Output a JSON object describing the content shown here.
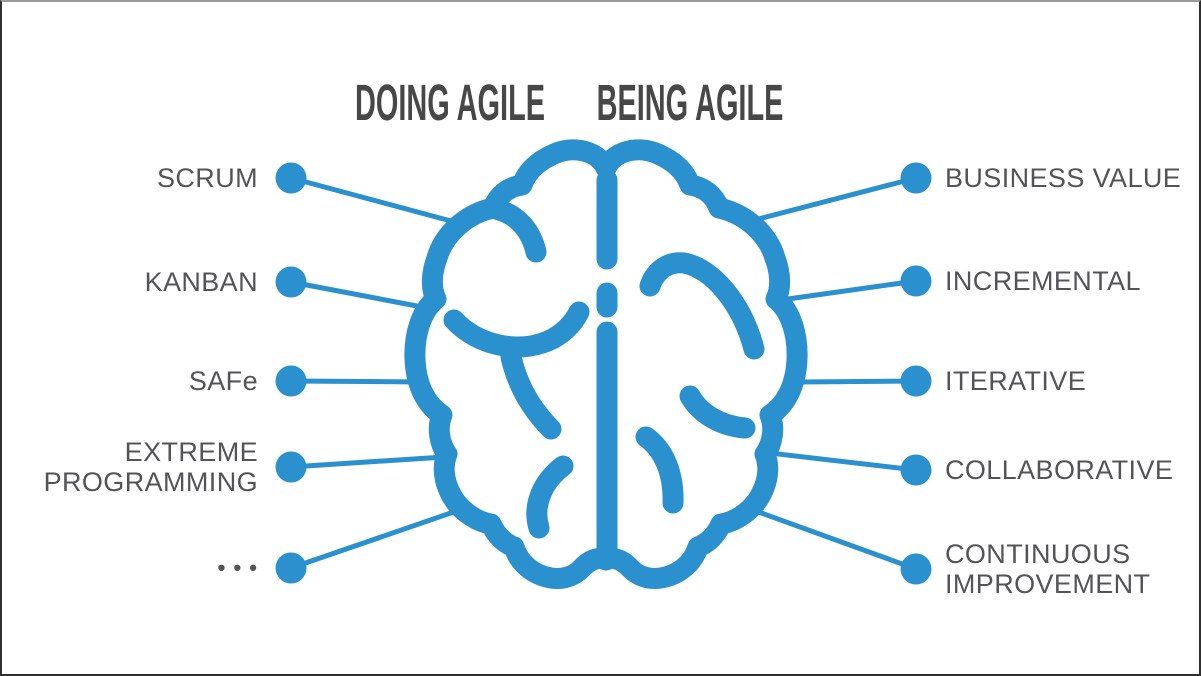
{
  "headers": {
    "doing": "DOING AGILE",
    "being": "BEING AGILE"
  },
  "left_column": {
    "items": [
      {
        "label": "SCRUM"
      },
      {
        "label": "KANBAN"
      },
      {
        "label": "SAFe"
      },
      {
        "label": "EXTREME\nPROGRAMMING"
      },
      {
        "label": "• • •"
      }
    ]
  },
  "right_column": {
    "items": [
      {
        "label": "BUSINESS VALUE"
      },
      {
        "label": "INCREMENTAL"
      },
      {
        "label": "ITERATIVE"
      },
      {
        "label": "COLLABORATIVE"
      },
      {
        "label": "CONTINUOUS\nIMPROVEMENT"
      }
    ]
  },
  "icons": {
    "center": "brain-icon"
  },
  "colors": {
    "accent_blue": "#2B90CE",
    "heading_text": "#474747",
    "label_text": "#545457",
    "background": "#FFFFFF"
  }
}
